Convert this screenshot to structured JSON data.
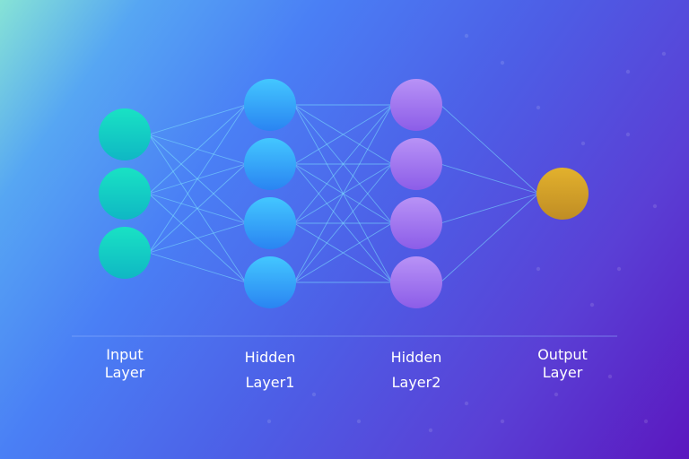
{
  "layers": [
    {
      "name_line1": "Input",
      "name_line2": "Layer",
      "neurons": 3,
      "color": "#10d4c0"
    },
    {
      "name_line1": "Hidden",
      "name_line2": "Layer1",
      "neurons": 4,
      "color": "#2aa8f8"
    },
    {
      "name_line1": "Hidden",
      "name_line2": "Layer2",
      "neurons": 4,
      "color": "#a77ff0"
    },
    {
      "name_line1": "Output",
      "name_line2": "Layer",
      "neurons": 1,
      "color": "#d4a52a"
    }
  ],
  "connection_color": "#7fe6ff"
}
